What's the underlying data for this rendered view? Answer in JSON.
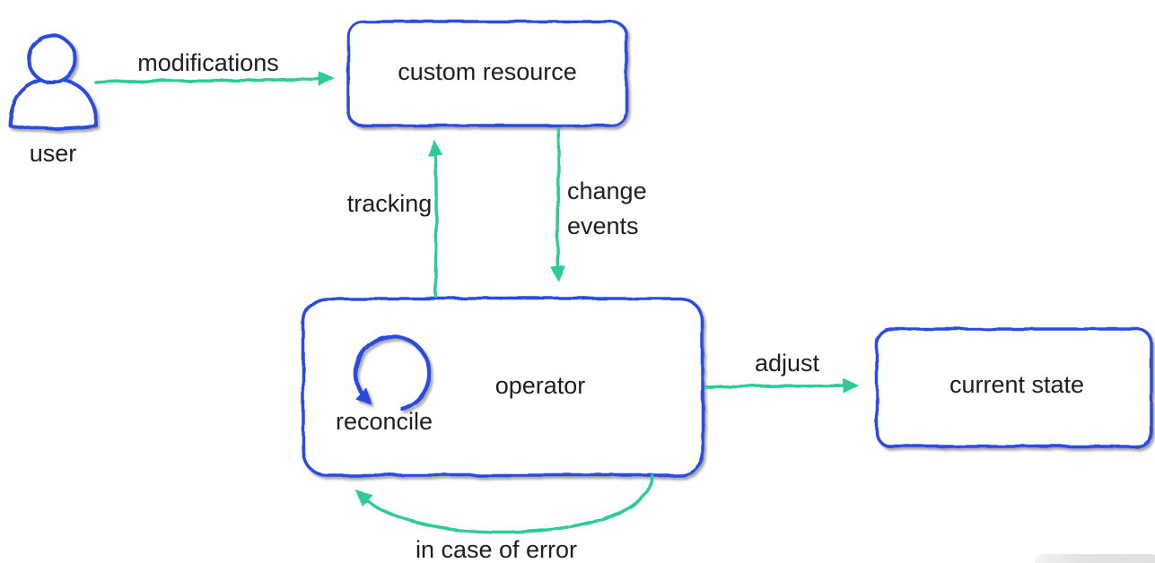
{
  "diagram": {
    "background": "#ffffff",
    "colors": {
      "node_border": "#2b4be0",
      "node_fill": "#ffffff",
      "arrow": "#2ecb9a",
      "text": "#1e1e1e",
      "corner_overlay": "#e3e3e3"
    },
    "nodes": {
      "user": {
        "label": "user",
        "icon": "person-icon"
      },
      "custom_resource": {
        "label": "custom resource"
      },
      "operator": {
        "label": "operator",
        "icon": "reconcile-loop-icon",
        "icon_label": "reconcile"
      },
      "current_state": {
        "label": "current state"
      }
    },
    "edges": {
      "modifications": {
        "label": "modifications",
        "from": "user",
        "to": "custom resource"
      },
      "tracking": {
        "label": "tracking",
        "from": "operator",
        "to": "custom resource"
      },
      "change_events": {
        "label": "change events",
        "from": "custom resource",
        "to": "operator"
      },
      "adjust": {
        "label": "adjust",
        "from": "operator",
        "to": "current state"
      },
      "error_loop": {
        "label": "in case of error",
        "from": "operator",
        "to": "operator"
      }
    }
  }
}
